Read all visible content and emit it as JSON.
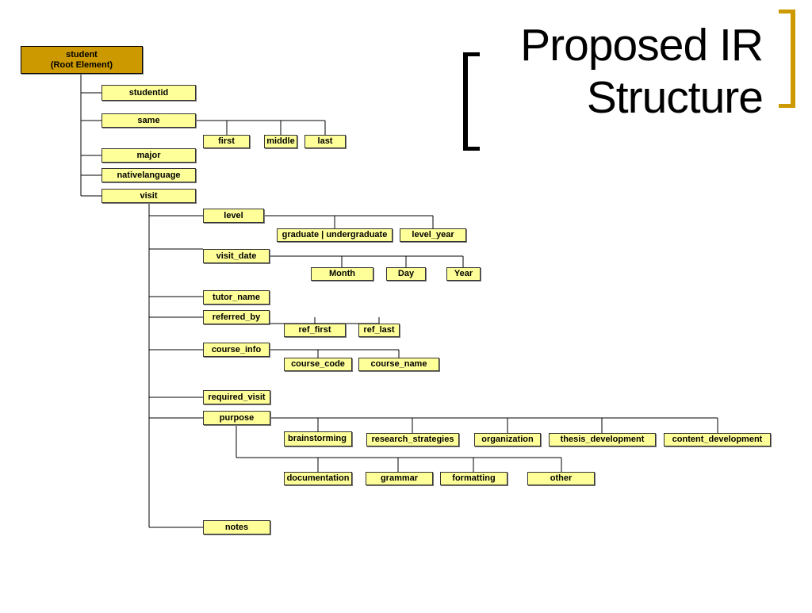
{
  "slide": {
    "title_lines": [
      "Proposed IR",
      "Structure"
    ],
    "colors": {
      "accent": "#cc9900",
      "node_fill": "#ffff99",
      "root_fill": "#cc9900",
      "line": "#000000"
    }
  },
  "tree": {
    "root": {
      "label_lines": [
        "student",
        "(Root Element)"
      ]
    },
    "nodes": {
      "studentid": "studentid",
      "same": "same",
      "first": "first",
      "middle": "middle",
      "last": "last",
      "major": "major",
      "nativelanguage": "nativelanguage",
      "visit": "visit",
      "level": "level",
      "graduate_undergraduate": "graduate | undergraduate",
      "level_year": "level_year",
      "visit_date": "visit_date",
      "month": "Month",
      "day": "Day",
      "year": "Year",
      "tutor_name": "tutor_name",
      "referred_by": "referred_by",
      "ref_first": "ref_first",
      "ref_last": "ref_last",
      "course_info": "course_info",
      "course_code": "course_code",
      "course_name": "course_name",
      "required_visit": "required_visit",
      "purpose": "purpose",
      "brainstorming": "brainstorming",
      "research_strategies": "research_strategies",
      "organization": "organization",
      "thesis_development": "thesis_development",
      "content_development": "content_development",
      "documentation": "documentation",
      "grammar": "grammar",
      "formatting": "formatting",
      "other": "other",
      "notes": "notes"
    }
  }
}
